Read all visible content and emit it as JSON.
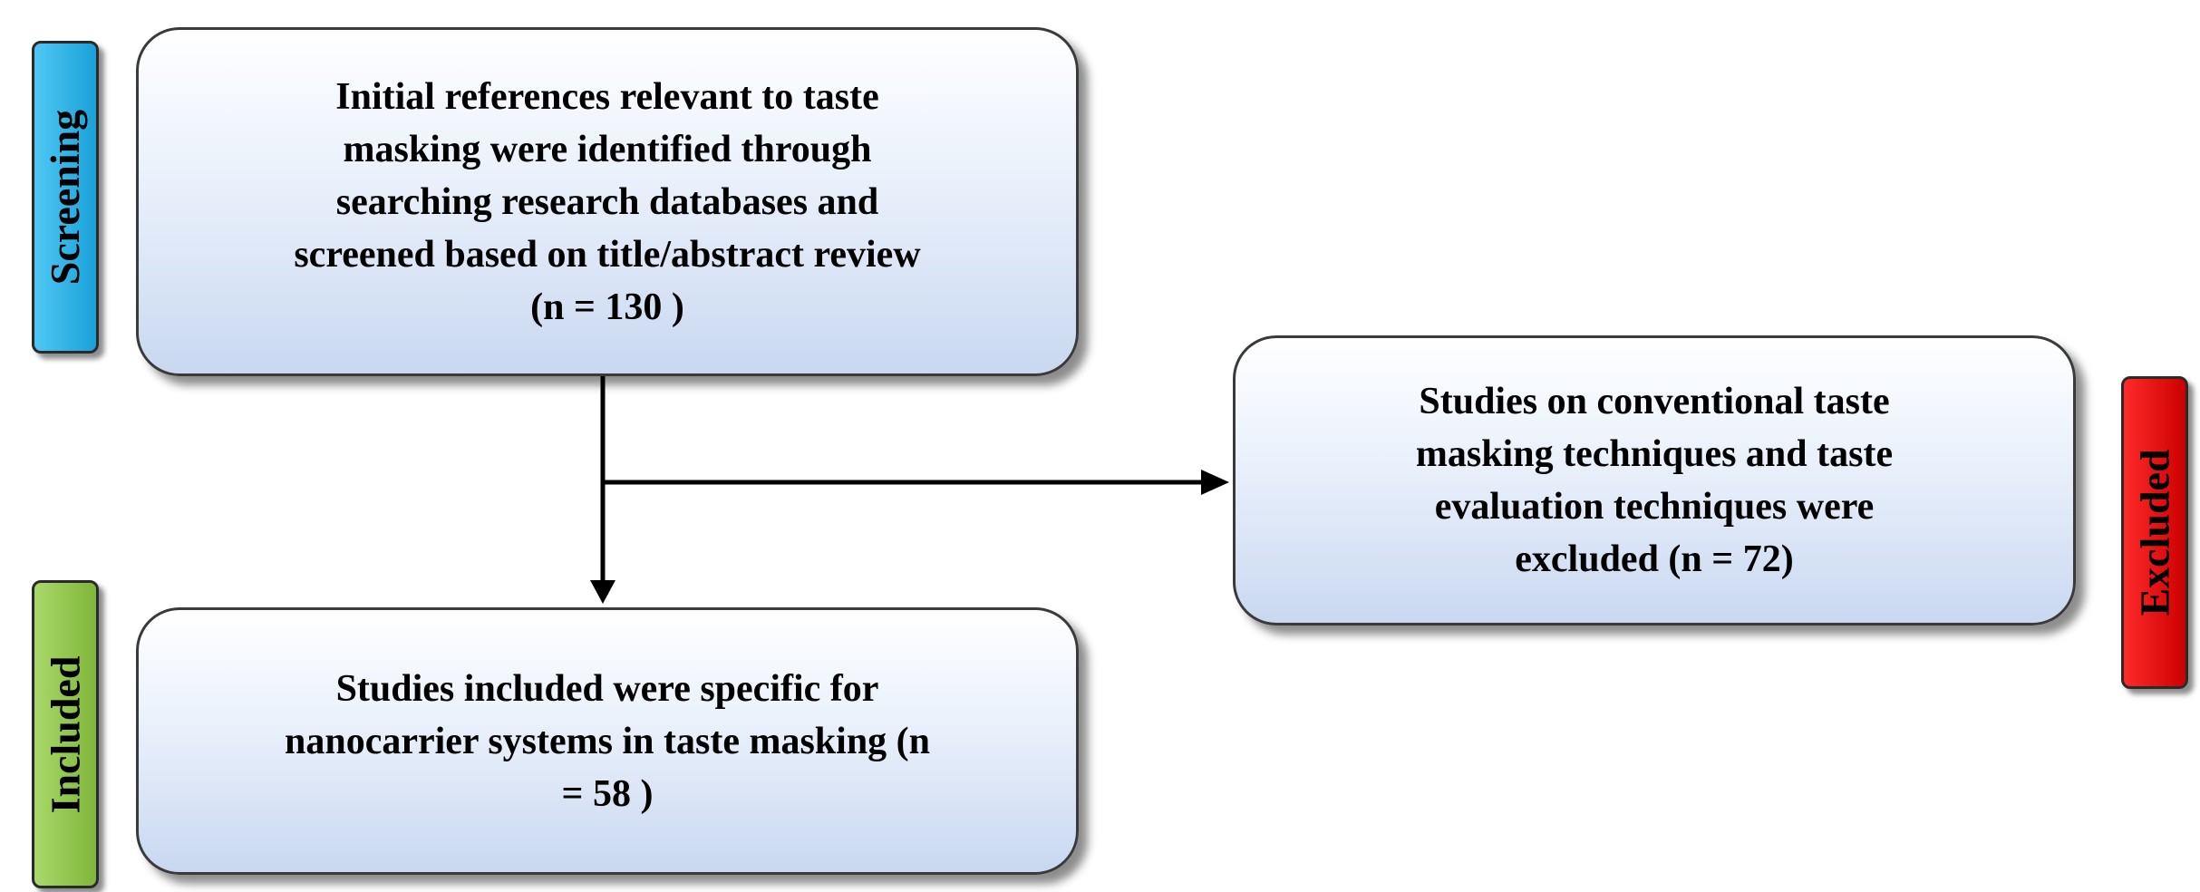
{
  "tags": {
    "screening": "Screening",
    "included": "Included",
    "excluded": "Excluded"
  },
  "boxes": {
    "screening": "Initial references relevant to taste\nmasking were identified through\nsearching  research databases and\nscreened based on title/abstract review\n(n = 130  )",
    "excluded": "Studies on conventional taste\nmasking techniques and taste\nevaluation techniques were\nexcluded (n = 72)",
    "included": "Studies included were specific for\nnanocarrier systems in taste masking (n\n= 58 )"
  },
  "colors": {
    "screening_tag": "#1aa1d8",
    "included_tag": "#7fb63a",
    "excluded_tag": "#cc0000",
    "box_fill": "#dbe5f5"
  }
}
